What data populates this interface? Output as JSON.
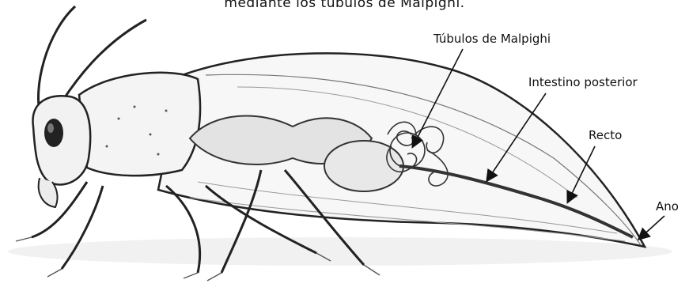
{
  "caption": "mediante los túbulos de Malpighi.",
  "labels": {
    "tubulos": "Túbulos de Malpighi",
    "intestino": "Intestino posterior",
    "recto": "Recto",
    "ano": "Ano"
  }
}
